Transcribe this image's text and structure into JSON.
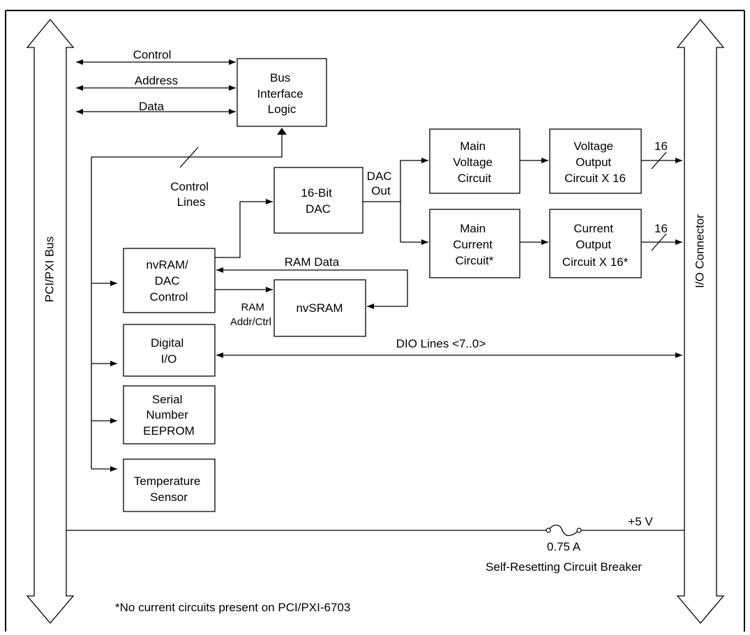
{
  "bus_left": "PCI/PXI Bus",
  "bus_right": "I/O Connector",
  "signals": {
    "control": "Control",
    "address": "Address",
    "data": "Data"
  },
  "blocks": {
    "bus_interface": [
      "Bus",
      "Interface",
      "Logic"
    ],
    "dac16": [
      "16-Bit",
      "DAC"
    ],
    "main_voltage": [
      "Main",
      "Voltage",
      "Circuit"
    ],
    "voltage_output": [
      "Voltage",
      "Output",
      "Circuit X 16"
    ],
    "main_current": [
      "Main",
      "Current",
      "Circuit*"
    ],
    "current_output": [
      "Current",
      "Output",
      "Circuit X 16*"
    ],
    "nvram_control": [
      "nvRAM/",
      "DAC",
      "Control"
    ],
    "nvsram": [
      "nvSRAM"
    ],
    "digital_io": [
      "Digital",
      "I/O"
    ],
    "serial_eeprom": [
      "Serial",
      "Number",
      "EEPROM"
    ],
    "temp_sensor": [
      "Temperature",
      "Sensor"
    ]
  },
  "labels": {
    "control_lines": [
      "Control",
      "Lines"
    ],
    "dac_out": [
      "DAC",
      "Out"
    ],
    "ram_data": "RAM Data",
    "ram_addr": [
      "RAM",
      "Addr/Ctrl"
    ],
    "dio_lines": "DIO Lines <7..0>",
    "bus_width_voltage": "16",
    "bus_width_current": "16",
    "supply": "+5 V",
    "breaker_rating": "0.75 A",
    "breaker_name": "Self-Resetting Circuit Breaker",
    "footnote": "*No current circuits present on PCI/PXI-6703"
  }
}
